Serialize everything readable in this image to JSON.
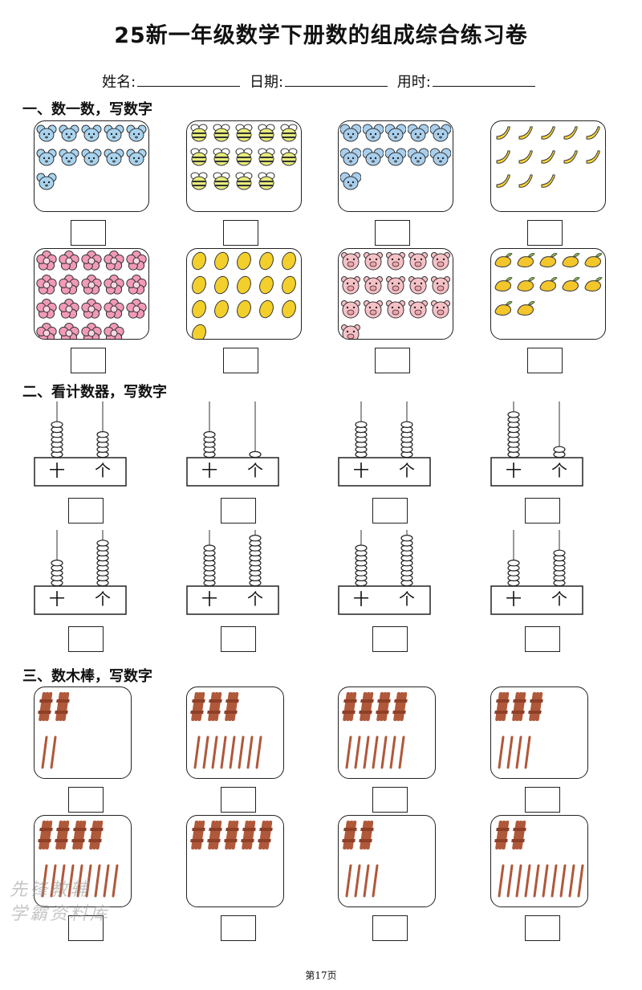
{
  "title": "25新一年级数学下册数的组成综合练习卷",
  "info": {
    "name_label": "姓名:",
    "date_label": "日期:",
    "time_label": "用时:"
  },
  "sections": {
    "count": "一、数一数，写数字",
    "abacus": "二、看计数器，写数字",
    "sticks": "三、数木棒，写数字"
  },
  "counting": [
    {
      "icon": "mouse-icon",
      "count": 11,
      "color": "#a9d4f0"
    },
    {
      "icon": "bee-icon",
      "count": 14,
      "color": "#e8ec7a"
    },
    {
      "icon": "koala-icon",
      "count": 11,
      "color": "#a9cfee"
    },
    {
      "icon": "banana-icon",
      "count": 13,
      "color": "#f5d23a"
    },
    {
      "icon": "flower-icon",
      "count": 19,
      "color": "#f39ab8"
    },
    {
      "icon": "lemon-icon",
      "count": 16,
      "color": "#f3cf2c"
    },
    {
      "icon": "pig-icon",
      "count": 16,
      "color": "#f6c1c6"
    },
    {
      "icon": "mango-icon",
      "count": 12,
      "color": "#f3c62b"
    }
  ],
  "abacus_labels": {
    "tens": "十",
    "ones": "个"
  },
  "abacus": [
    {
      "tens": 7,
      "ones": 5
    },
    {
      "tens": 5,
      "ones": 1
    },
    {
      "tens": 7,
      "ones": 7
    },
    {
      "tens": 9,
      "ones": 2
    },
    {
      "tens": 5,
      "ones": 9
    },
    {
      "tens": 8,
      "ones": 10
    },
    {
      "tens": 8,
      "ones": 10
    },
    {
      "tens": 5,
      "ones": 7
    }
  ],
  "sticks": [
    {
      "bundles": 2,
      "singles": 2
    },
    {
      "bundles": 3,
      "singles": 8
    },
    {
      "bundles": 4,
      "singles": 7
    },
    {
      "bundles": 3,
      "singles": 4
    },
    {
      "bundles": 4,
      "singles": 9
    },
    {
      "bundles": 5,
      "singles": 0
    },
    {
      "bundles": 2,
      "singles": 4
    },
    {
      "bundles": 2,
      "singles": 10
    }
  ],
  "watermark": [
    "先锋教辅",
    "学霸资料库"
  ],
  "footer": "第17页"
}
